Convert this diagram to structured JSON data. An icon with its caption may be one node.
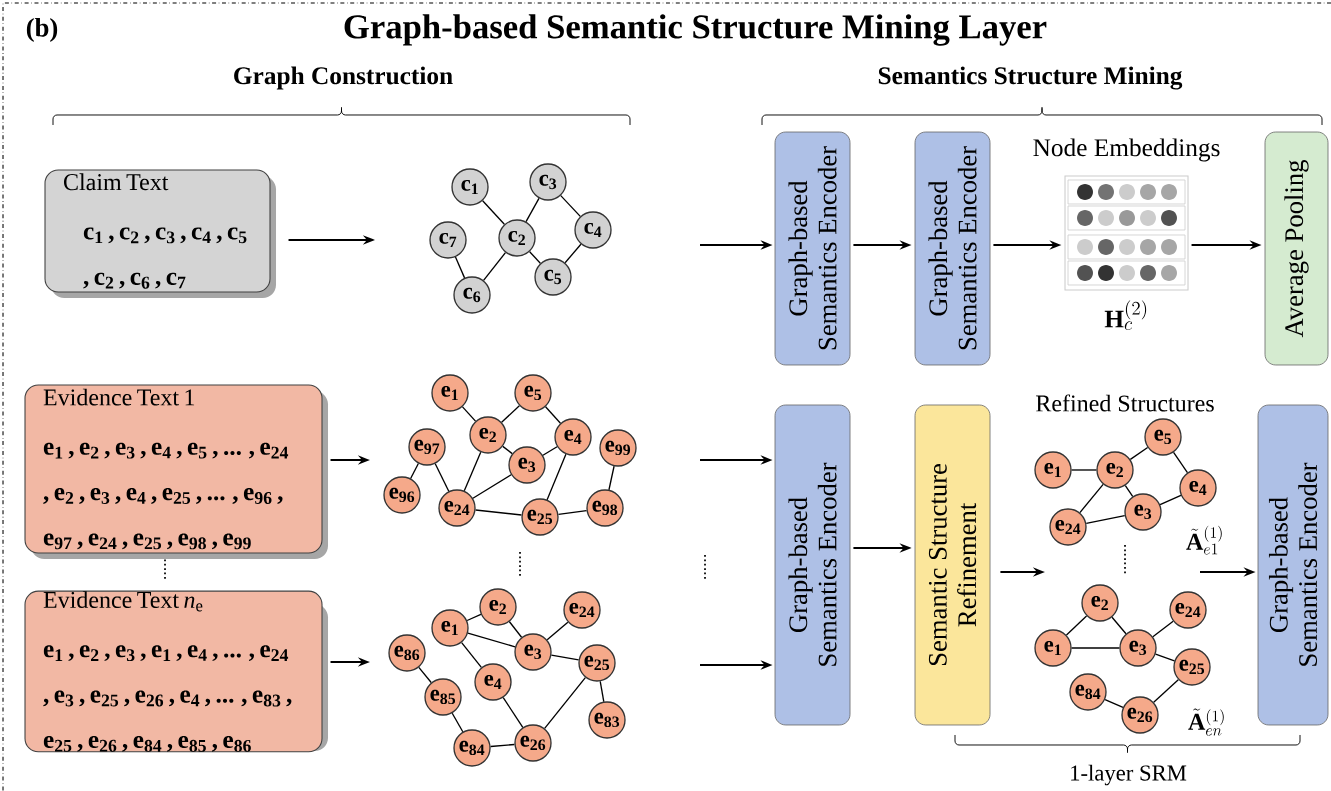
{
  "diagram": {
    "title": "Graph-based Semantic Structure Mining Layer",
    "nodes": [
      {
        "text": [
          "Claim Text",
          "c$_{1}$ , c$_{2}$ , c$_{3}$ , c$_{4}$ , c$_{5}$ , c$_{2}$ , c$_{6}$ , c$_{7}$"
        ]
      },
      {
        "text": [
          "c$_{1}$"
        ]
      },
      {
        "text": [
          "c$_{3}$"
        ]
      },
      {
        "text": [
          "c$_{7}$"
        ]
      },
      {
        "text": [
          "c$_{2}$"
        ]
      },
      {
        "text": [
          "c$_{4}$"
        ]
      },
      {
        "text": [
          "c$_{5}$"
        ]
      },
      {
        "text": [
          "c$_{6}$"
        ]
      },
      {
        "text": [
          "Graph-based Semantics Encoder"
        ]
      },
      {
        "text": [
          "Graph-based Semantics Encoder"
        ]
      },
      {
        "text": [
          "Node Embeddings"
        ],
        "beside": [
          "\\mathbf{H}_c^{(2)}"
        ]
      },
      {
        "text": [
          "Average Pooling"
        ]
      },
      {
        "text": [
          "Evidence Text 1",
          "e$_{1}$ , e$_{2}$ , e$_{3}$ , e$_{4}$ , e$_{5}$ , ... , e$_{24}$ , e$_{2}$ , e$_{3}$ , e$_{4}$ , e$_{25}$ , ... , e$_{96}$ , e$_{97}$ , e$_{24}$ , e$_{25}$ , e$_{98}$ , e$_{99}$"
        ]
      },
      {
        "text": [
          "e$_{1}$"
        ]
      },
      {
        "text": [
          "e$_{5}$"
        ]
      },
      {
        "text": [
          "e$_{2}$"
        ]
      },
      {
        "text": [
          "e$_{97}$"
        ]
      },
      {
        "text": [
          "e$_{4}$"
        ]
      },
      {
        "text": [
          "e$_{99}$"
        ]
      },
      {
        "text": [
          "e$_{3}$"
        ]
      },
      {
        "text": [
          "e$_{96}$"
        ]
      },
      {
        "text": [
          "e$_{24}$"
        ]
      },
      {
        "text": [
          "e$_{25}$"
        ]
      },
      {
        "text": [
          "e$_{98}$"
        ]
      },
      {
        "text": [
          "Graph-based Semantics Encoder"
        ]
      },
      {
        "text": [
          "Semantic Structure Refinement"
        ]
      },
      {
        "text": [
          "e$_{5}$"
        ]
      },
      {
        "text": [
          "e$_{1}$"
        ]
      },
      {
        "text": [
          "e$_{2}$"
        ]
      },
      {
        "text": [
          "e$_{4}$"
        ]
      },
      {
        "text": [
          "e$_{3}$"
        ]
      },
      {
        "text": [
          "e$_{24}$"
        ]
      },
      {
        "text": [
          "Graph-based Semantics Encoder"
        ]
      },
      {
        "text": [
          "Evidence Text *n*$_{e}$",
          "e$_{1}$ , e$_{2}$ , e$_{3}$ , e$_{1}$ , e$_{4}$ , ... , e$_{24}$ , e$_{3}$ , e$_{25}$ , e$_{26}$ , e$_{4}$ , ... , e$_{83}$ , e$_{25}$ , e$_{26}$ , e$_{84}$ , e$_{85}$ , e$_{86}$"
        ]
      },
      {
        "text": [
          "e$_{2}$"
        ]
      },
      {
        "text": [
          "e$_{24}$"
        ]
      },
      {
        "text": [
          "e$_{1}$"
        ]
      },
      {
        "text": [
          "e$_{86}$"
        ]
      },
      {
        "text": [
          "e$_{3}$"
        ]
      },
      {
        "text": [
          "e$_{25}$"
        ]
      },
      {
        "text": [
          "e$_{4}$"
        ]
      },
      {
        "text": [
          "e$_{85}$"
        ]
      },
      {
        "text": [
          "e$_{83}$"
        ]
      },
      {
        "text": [
          "e$_{84}$"
        ]
      },
      {
        "text": [
          "e$_{26}$"
        ]
      },
      {
        "text": [
          "e$_{2}$"
        ]
      },
      {
        "text": [
          "e$_{24}$"
        ]
      },
      {
        "text": [
          "e$_{1}$"
        ]
      },
      {
        "text": [
          "e$_{3}$"
        ]
      },
      {
        "text": [
          "e$_{25}$"
        ]
      },
      {
        "text": [
          "e$_{84}$"
        ]
      },
      {
        "text": [
          "e$_{26}$"
        ]
      }
    ],
    "edges": [
      {
        "from": 0,
        "to": null,
        "arrow": "to"
      },
      {
        "from": null,
        "to": 8,
        "arrow": "to"
      },
      {
        "from": 8,
        "to": 9,
        "arrow": "to"
      },
      {
        "from": 9,
        "to": 10,
        "arrow": "to"
      },
      {
        "from": 10,
        "to": 11,
        "arrow": "to"
      },
      {
        "from": 12,
        "to": null,
        "arrow": "to"
      },
      {
        "from": null,
        "to": 24,
        "arrow": "to"
      },
      {
        "from": 33,
        "to": null,
        "arrow": "to"
      },
      {
        "from": null,
        "to": 24,
        "arrow": "to"
      },
      {
        "from": 24,
        "to": 25,
        "arrow": "to"
      },
      {
        "from": 25,
        "to": null,
        "arrow": "to"
      },
      {
        "from": null,
        "to": 32,
        "arrow": "to"
      },
      {
        "from": 1,
        "to": 4,
        "arrow": "none"
      },
      {
        "from": 2,
        "to": 4,
        "arrow": "none"
      },
      {
        "from": 2,
        "to": 5,
        "arrow": "none"
      },
      {
        "from": 5,
        "to": 6,
        "arrow": "none"
      },
      {
        "from": 4,
        "to": 6,
        "arrow": "none"
      },
      {
        "from": 4,
        "to": 7,
        "arrow": "none"
      },
      {
        "from": 3,
        "to": 7,
        "arrow": "none"
      },
      {
        "from": 13,
        "to": 15,
        "arrow": "none"
      },
      {
        "from": 15,
        "to": 14,
        "arrow": "none"
      },
      {
        "from": 14,
        "to": 17,
        "arrow": "none"
      },
      {
        "from": 15,
        "to": 19,
        "arrow": "none"
      },
      {
        "from": 19,
        "to": 17,
        "arrow": "none"
      },
      {
        "from": 15,
        "to": 21,
        "arrow": "none"
      },
      {
        "from": 19,
        "to": 21,
        "arrow": "none"
      },
      {
        "from": 17,
        "to": 22,
        "arrow": "none"
      },
      {
        "from": 21,
        "to": 22,
        "arrow": "none"
      },
      {
        "from": 22,
        "to": 23,
        "arrow": "none"
      },
      {
        "from": 23,
        "to": 18,
        "arrow": "none"
      },
      {
        "from": 16,
        "to": 20,
        "arrow": "none"
      },
      {
        "from": 16,
        "to": 21,
        "arrow": "none"
      },
      {
        "from": 27,
        "to": 28,
        "arrow": "none"
      },
      {
        "from": 28,
        "to": 26,
        "arrow": "none"
      },
      {
        "from": 26,
        "to": 29,
        "arrow": "none"
      },
      {
        "from": 28,
        "to": 30,
        "arrow": "none"
      },
      {
        "from": 28,
        "to": 31,
        "arrow": "none"
      },
      {
        "from": 31,
        "to": 30,
        "arrow": "none"
      },
      {
        "from": 30,
        "to": 29,
        "arrow": "none"
      },
      {
        "from": 36,
        "to": 34,
        "arrow": "none"
      },
      {
        "from": 34,
        "to": 38,
        "arrow": "none"
      },
      {
        "from": 36,
        "to": 38,
        "arrow": "none"
      },
      {
        "from": 38,
        "to": 35,
        "arrow": "none"
      },
      {
        "from": 38,
        "to": 39,
        "arrow": "none"
      },
      {
        "from": 36,
        "to": 40,
        "arrow": "none"
      },
      {
        "from": 40,
        "to": 44,
        "arrow": "none"
      },
      {
        "from": 39,
        "to": 44,
        "arrow": "none"
      },
      {
        "from": 39,
        "to": 42,
        "arrow": "none"
      },
      {
        "from": 37,
        "to": 41,
        "arrow": "none"
      },
      {
        "from": 41,
        "to": 43,
        "arrow": "none"
      },
      {
        "from": 43,
        "to": 44,
        "arrow": "none"
      },
      {
        "from": 47,
        "to": 45,
        "arrow": "none"
      },
      {
        "from": 45,
        "to": 48,
        "arrow": "none"
      },
      {
        "from": 47,
        "to": 48,
        "arrow": "none"
      },
      {
        "from": 48,
        "to": 46,
        "arrow": "none"
      },
      {
        "from": 48,
        "to": 49,
        "arrow": "none"
      },
      {
        "from": 49,
        "to": 51,
        "arrow": "none"
      },
      {
        "from": 50,
        "to": 51,
        "arrow": "none"
      }
    ],
    "labels": [
      "(b)",
      "Graph Construction",
      "Semantics Structure Mining",
      "Refined Structures",
      "\\tilde{\\mathbf{A}}_{e1}^{(1)}",
      "\\tilde{\\mathbf{A}}_{en}^{(1)}",
      "1-layer SRM"
    ]
  }
}
